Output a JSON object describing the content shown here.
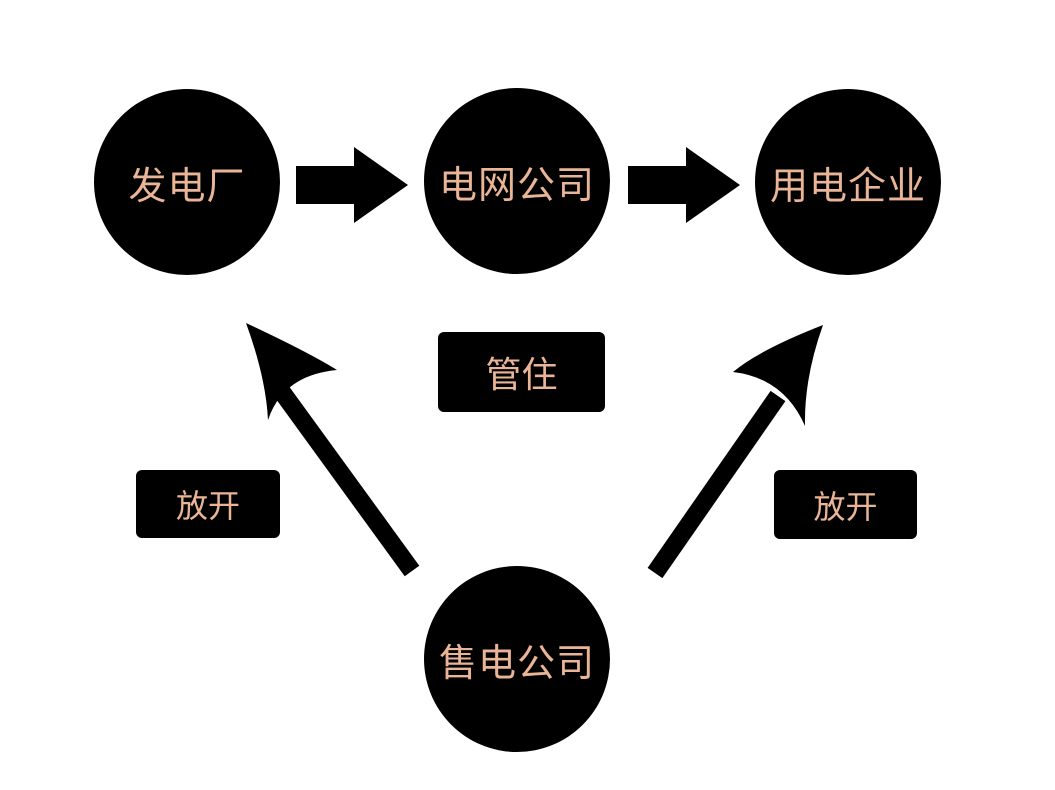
{
  "colors": {
    "background": "#ffffff",
    "shape_fill": "#000000",
    "label_text": "#e9b596"
  },
  "nodes": {
    "power_plant": "发电厂",
    "grid_company": "电网公司",
    "power_user": "用电企业",
    "retail_company": "售电公司"
  },
  "labels": {
    "control": "管住",
    "open_left": "放开",
    "open_right": "放开"
  }
}
